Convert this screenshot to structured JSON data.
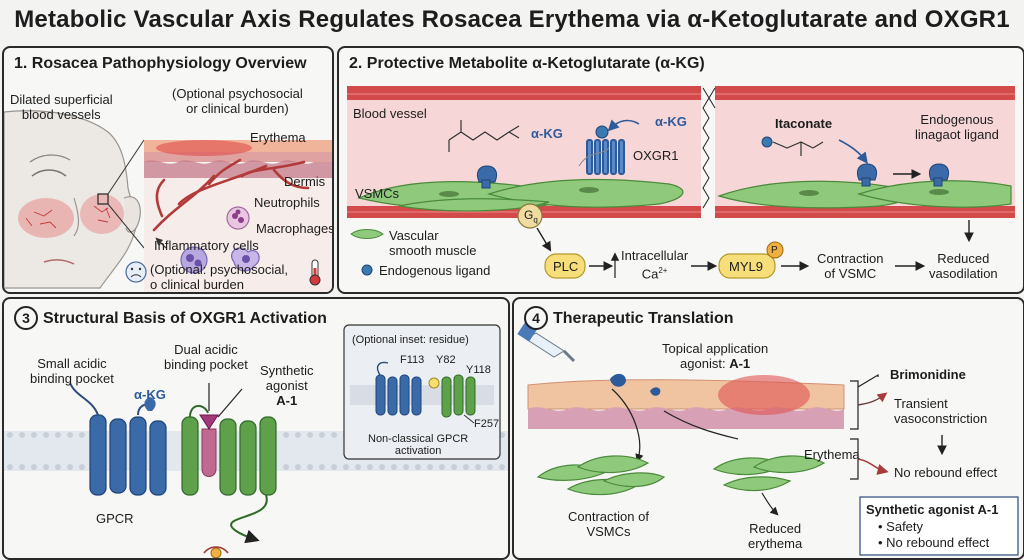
{
  "title": "Metabolic Vascular Axis Regulates Rosacea Erythema via α-Ketoglutarate and OXGR1",
  "panel1": {
    "title": "1. Rosacea Pathophysiology Overview",
    "dilated": [
      "Dilated superficial",
      "blood vessels"
    ],
    "optional_top": [
      "(Optional psychosocial",
      "or clinical burden)"
    ],
    "erythema": "Erythema",
    "dermis": "Dermis",
    "neutrophils": "Neutrophils",
    "macrophages": "Macrophages",
    "inflammatory": "Inflammatory cells",
    "optional_bottom": [
      "(Optional: psychosocial,",
      "o clinical burden"
    ]
  },
  "panel2": {
    "title": "2. Protective Metabolite α-Ketoglutarate (α-KG)",
    "blood_vessel": "Blood vessel",
    "akg_left": "α-KG",
    "akg_right": "α-KG",
    "oxgr1": "OXGR1",
    "vsmcs": "VSMCs",
    "itaconate": "Itaconate",
    "endogenous": [
      "Endogenous",
      "linagaot ligand"
    ],
    "gq": "G",
    "gq_sub": "q",
    "legend_vsm": [
      "Vascular",
      "smooth muscle"
    ],
    "legend_ligand": "Endogenous ligand",
    "plc": "PLC",
    "ca": [
      "Intracellular",
      "Ca"
    ],
    "ca_sup": "2+",
    "myl9": "MYL9",
    "p": "P",
    "contraction": [
      "Contraction",
      "of VSMC"
    ],
    "reduced": [
      "Reduced",
      "vasodilation"
    ]
  },
  "panel3": {
    "num": "3",
    "title": "Structural Basis of OXGR1 Activation",
    "small_pocket": [
      "Small acidic",
      "binding pocket"
    ],
    "dual_pocket": [
      "Dual acidic",
      "binding pocket"
    ],
    "synthetic": [
      "Synthetic",
      "agonist"
    ],
    "a1": "A-1",
    "akg": "α-KG",
    "gpcr": "GPCR",
    "inset_title": "(Optional inset: residue)",
    "f113": "F113",
    "y82": "Y82",
    "y118": "Y118",
    "f257": "F257",
    "nonclassical": [
      "Non-classical GPCR",
      "activation"
    ]
  },
  "panel4": {
    "num": "4",
    "title": "Therapeutic Translation",
    "topical": [
      "Topical application",
      "agonist:"
    ],
    "a1": "A-1",
    "brimonidine": "Brimonidine",
    "transient": [
      "Transient",
      "vasoconstriction"
    ],
    "erythema": "Erythema",
    "no_rebound": "No rebound effect",
    "contraction": [
      "Contraction of",
      "VSMCs"
    ],
    "reduced": [
      "Reduced",
      "erythema"
    ],
    "box_title": "Synthetic agonist A-1",
    "box_items": [
      "Safety",
      "No rebound effect"
    ]
  }
}
